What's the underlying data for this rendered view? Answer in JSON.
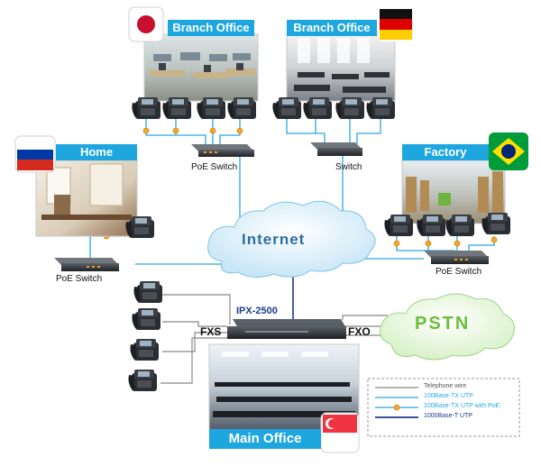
{
  "diagram": {
    "sites": {
      "branch_jp": {
        "title": "Branch Office",
        "flag": "japan-flag"
      },
      "branch_de": {
        "title": "Branch Office",
        "flag": "germany-flag"
      },
      "home": {
        "title": "Home",
        "flag": "russia-flag"
      },
      "factory": {
        "title": "Factory",
        "flag": "brazil-flag"
      },
      "main": {
        "title": "Main Office",
        "flag": "singapore-flag"
      }
    },
    "devices": {
      "poe_switch_top": "PoE Switch",
      "switch_top": "Switch",
      "poe_switch_home": "PoE Switch",
      "poe_switch_factory": "PoE Switch",
      "pbx": "IPX-2500"
    },
    "clouds": {
      "internet": "Internet",
      "pstn": "PSTN"
    },
    "ports": {
      "fxs": "FXS",
      "fxo": "FXO"
    },
    "legend": {
      "items": [
        {
          "label": "Telephone wire",
          "color": "#888888"
        },
        {
          "label": "100Base-TX UTP",
          "color": "#29a8e0"
        },
        {
          "label": "100Base-TX UTP with PoE",
          "color": "#29a8e0"
        },
        {
          "label": "1000Base-T UTP",
          "color": "#1f3a8a"
        }
      ]
    },
    "colors": {
      "title_bar": "#1ea6df",
      "utp": "#29a8e0",
      "poe_dot": "#f7a823",
      "gigabit": "#1f3a8a",
      "phone_wire": "#888888",
      "cloud": "#cfe9f7",
      "pstn_cloud": "#dff3cf",
      "pstn_text": "#6abf3a",
      "internet_text": "#2e6fa3"
    }
  }
}
